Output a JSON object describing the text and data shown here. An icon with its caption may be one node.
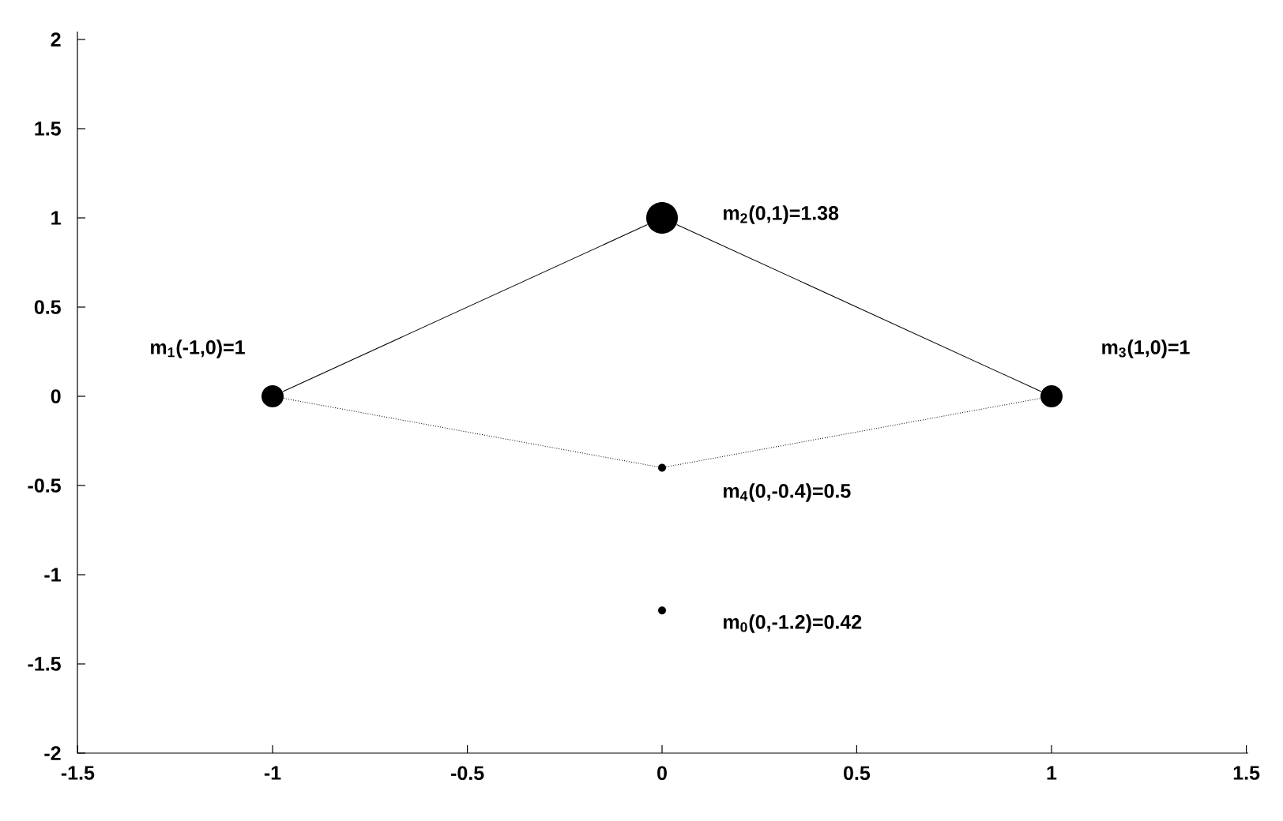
{
  "diagram": {
    "nodes": [
      {
        "text": [],
        "shape": "circle",
        "beside": [
          "m$_{2}$(0,1)=1.38"
        ]
      },
      {
        "text": [],
        "shape": "circle",
        "beside": [
          "m$_{1}$(-1,0)=1"
        ]
      },
      {
        "text": [],
        "shape": "circle",
        "beside": [
          "m$_{3}$(1,0)=1"
        ]
      },
      {
        "text": [],
        "shape": "circle",
        "beside": [
          "m$_{4}$(0,-0.4)=0.5"
        ]
      },
      {
        "text": [],
        "shape": "circle",
        "beside": [
          "m$_{0}$(0,-1.2)=0.42"
        ]
      }
    ],
    "edges": [
      {
        "from": 1,
        "to": 0,
        "arrow": "none"
      },
      {
        "from": 0,
        "to": 2,
        "arrow": "none"
      },
      {
        "from": 1,
        "to": 3,
        "arrow": "none",
        "style": "dashed"
      },
      {
        "from": 3,
        "to": 2,
        "arrow": "none",
        "style": "dashed"
      }
    ],
    "labels": [
      "2",
      "1.5",
      "1",
      "0.5",
      "0",
      "-0.5",
      "-1",
      "-1.5",
      "-2",
      "-1.5",
      "-1",
      "-0.5",
      "0",
      "0.5",
      "1",
      "1.5"
    ]
  }
}
